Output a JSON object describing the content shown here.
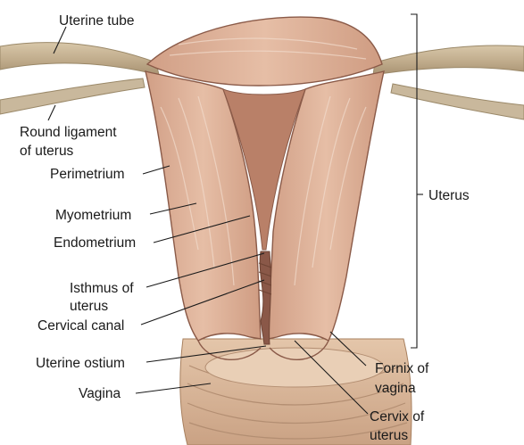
{
  "labels": {
    "uterine_tube": "Uterine tube",
    "round_ligament_1": "Round ligament",
    "round_ligament_2": "of uterus",
    "perimetrium": "Perimetrium",
    "myometrium": "Myometrium",
    "endometrium": "Endometrium",
    "isthmus_1": "Isthmus of",
    "isthmus_2": "uterus",
    "cervical_canal": "Cervical canal",
    "uterine_ostium": "Uterine ostium",
    "vagina": "Vagina",
    "uterus": "Uterus",
    "fornix_1": "Fornix of",
    "fornix_2": "vagina",
    "cervix_1": "Cervix of",
    "cervix_2": "uterus"
  },
  "colors": {
    "muscle": "#dcae94",
    "muscle_dark": "#b97f67",
    "outline": "#8a5a48",
    "cavity": "#a8705c",
    "tube": "#c8b69a",
    "tube_dark": "#9a8868",
    "vagina": "#d9b89c",
    "vagina_dark": "#b38e72"
  }
}
